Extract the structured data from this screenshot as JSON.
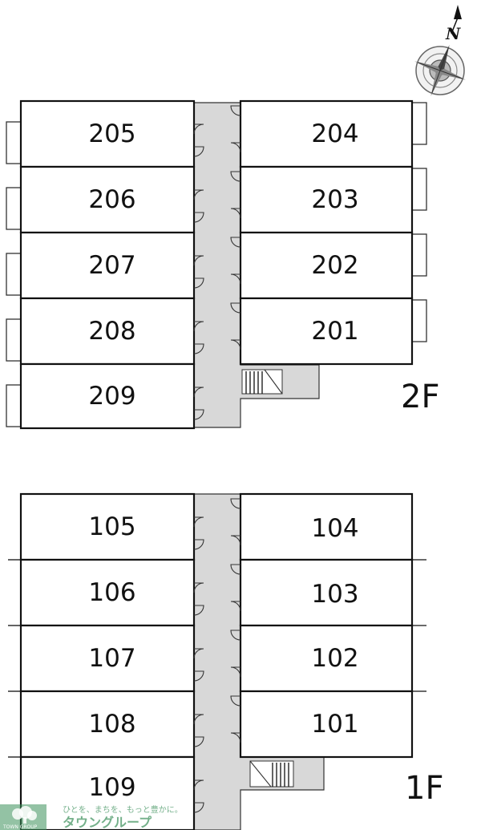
{
  "floors": [
    {
      "label": "2F",
      "left_rooms": [
        "205",
        "206",
        "207",
        "208",
        "209"
      ],
      "right_rooms": [
        "204",
        "203",
        "202",
        "201"
      ]
    },
    {
      "label": "1F",
      "left_rooms": [
        "105",
        "106",
        "107",
        "108",
        "109"
      ],
      "right_rooms": [
        "104",
        "103",
        "102",
        "101"
      ]
    }
  ],
  "compass": {
    "north_label": "N"
  },
  "logo": {
    "tagline": "ひとを、まちを、もっと豊かに。",
    "brand": "タウングループ",
    "brand_en": "TOWN GROUP"
  }
}
